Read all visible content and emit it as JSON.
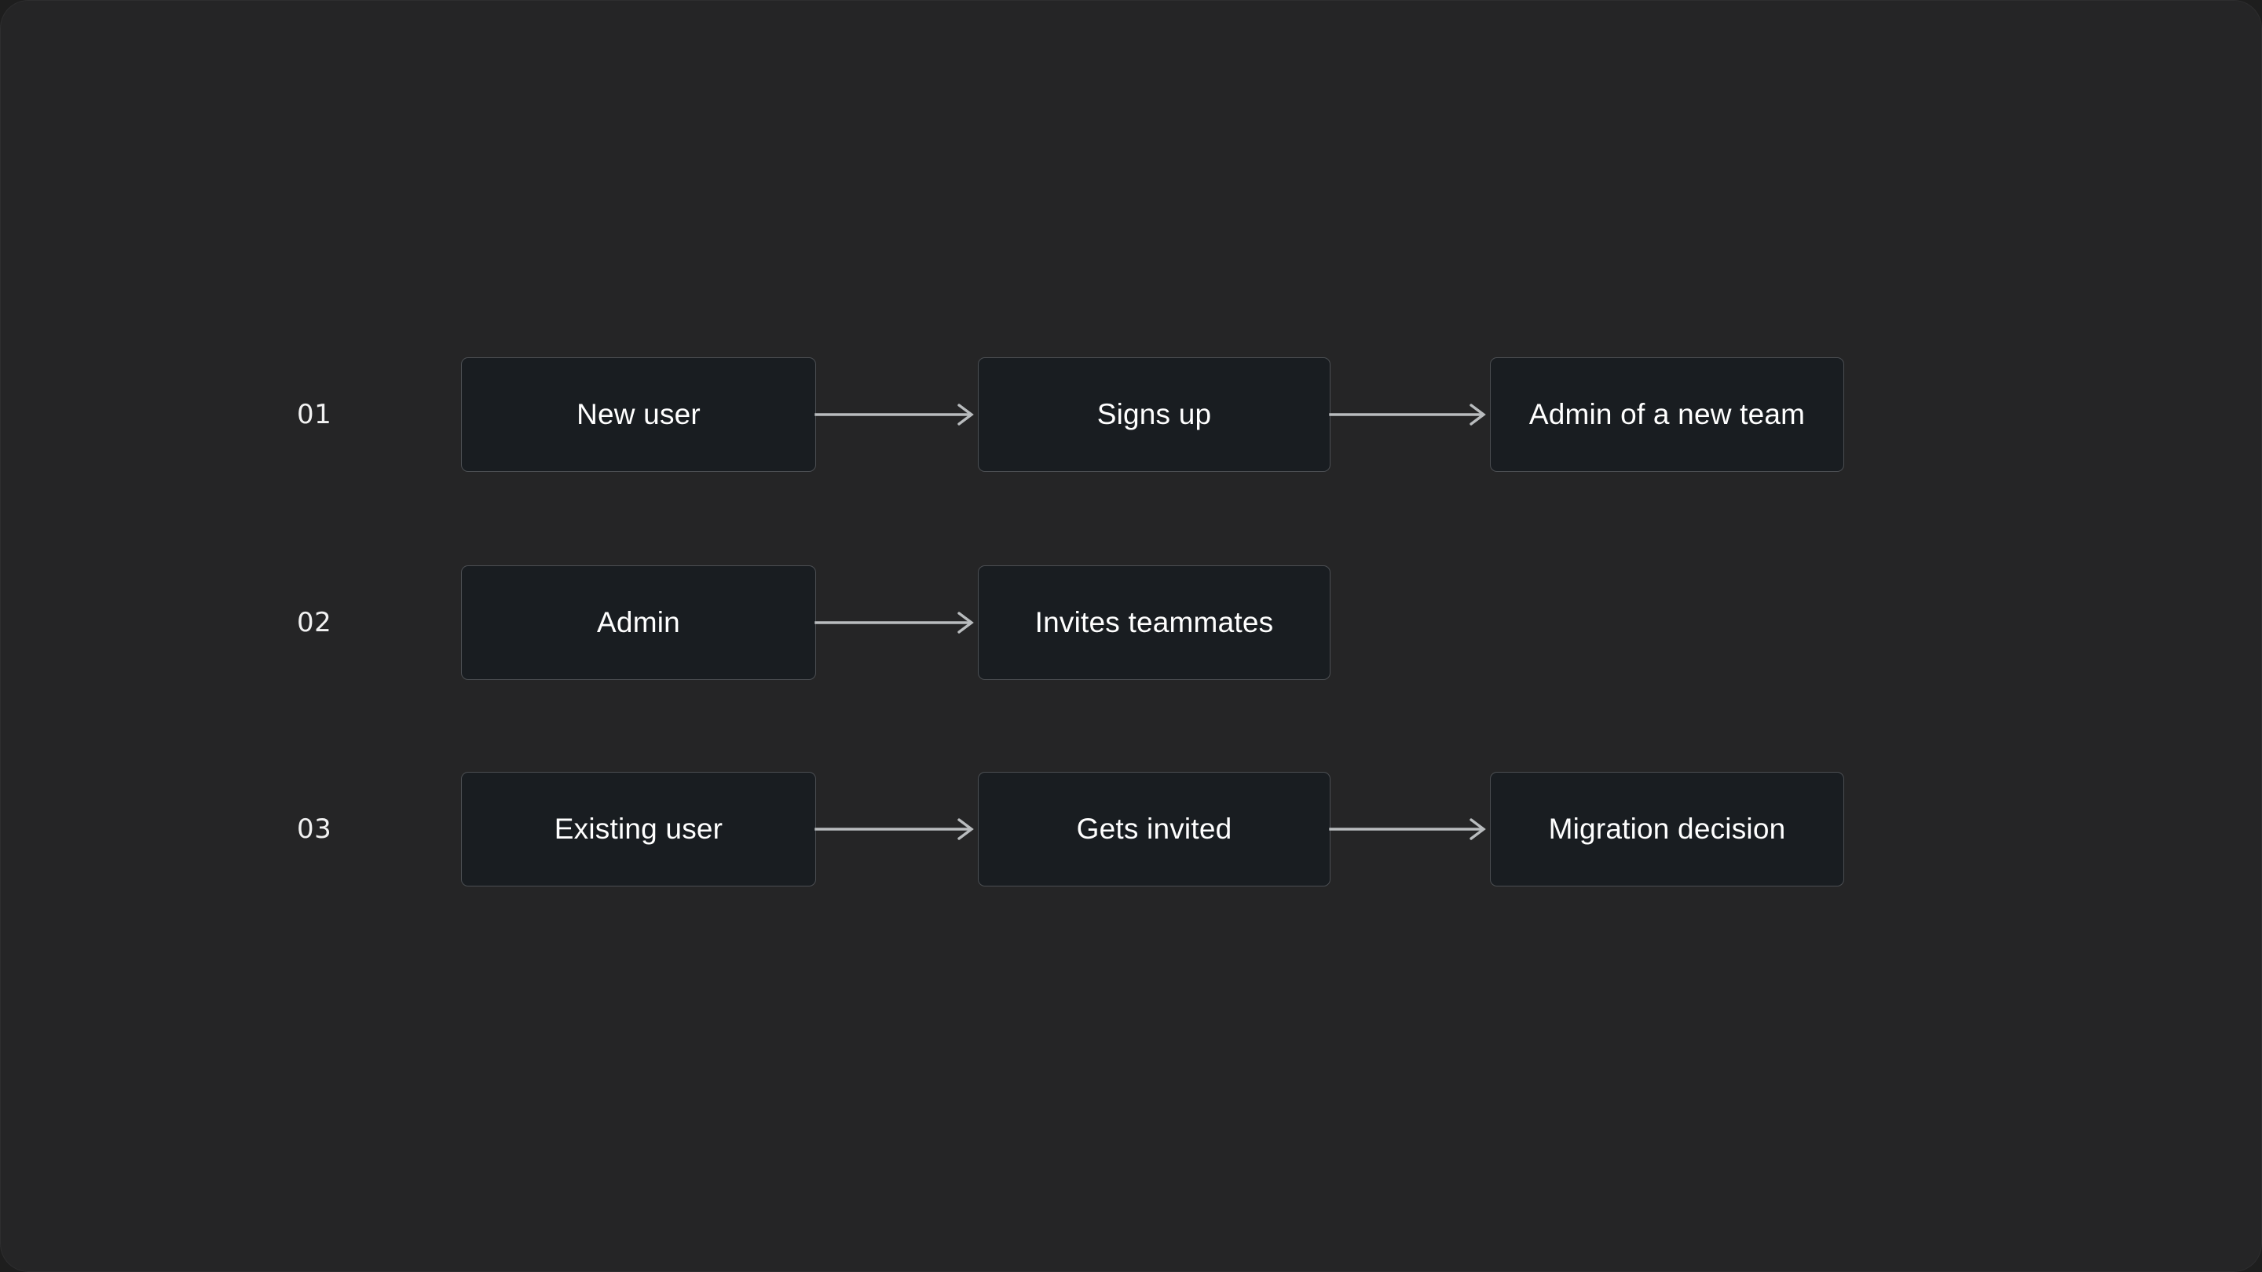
{
  "diagram": {
    "background_color": "#252526",
    "node_fill_color": "#191d21",
    "node_border_color": "#4b4e52",
    "text_color": "#ffffff",
    "arrow_color": "#b9bcbe",
    "rows": [
      {
        "index_label": "01",
        "nodes": [
          "New user",
          "Signs up",
          "Admin of a new team"
        ],
        "connectors": [
          "arrow-right-icon",
          "arrow-right-icon"
        ]
      },
      {
        "index_label": "02",
        "nodes": [
          "Admin",
          "Invites teammates"
        ],
        "connectors": [
          "arrow-right-icon"
        ]
      },
      {
        "index_label": "03",
        "nodes": [
          "Existing user",
          "Gets invited",
          "Migration decision"
        ],
        "connectors": [
          "arrow-right-icon",
          "arrow-right-icon"
        ]
      }
    ]
  }
}
